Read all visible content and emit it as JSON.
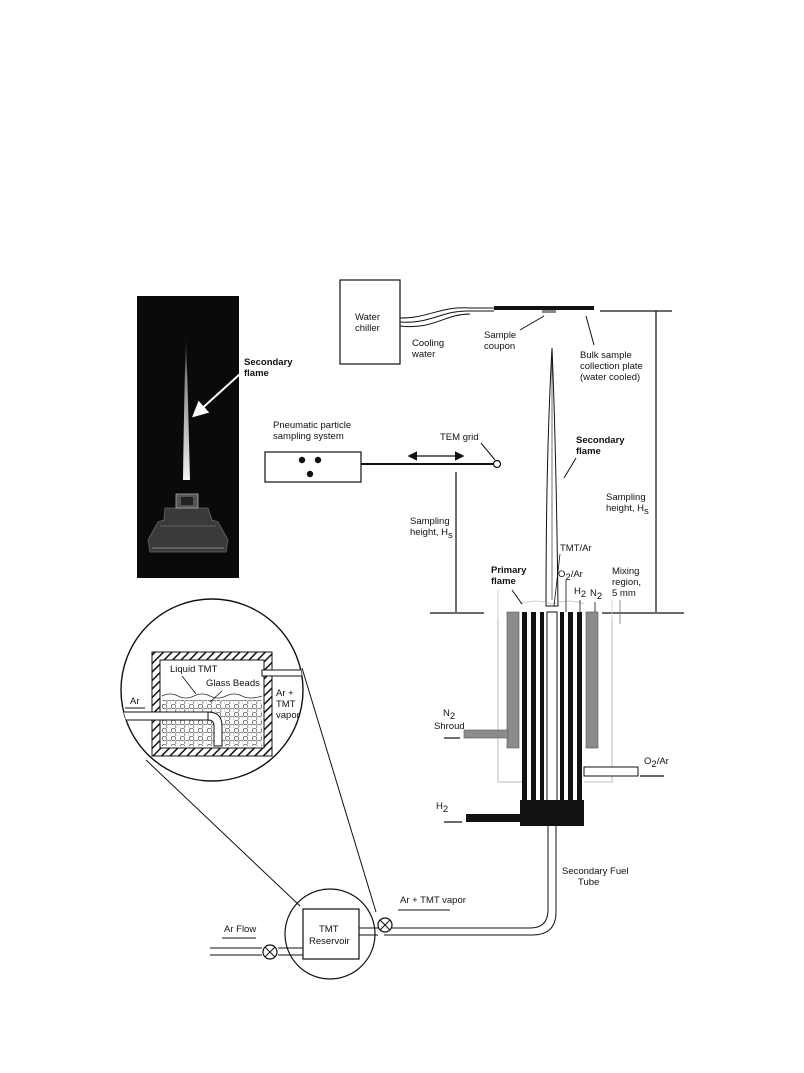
{
  "photo": {
    "label_line1": "Secondary",
    "label_line2": "flame"
  },
  "chiller": {
    "label_line1": "Water",
    "label_line2": "chiller",
    "cooling_line1": "Cooling",
    "cooling_line2": "water"
  },
  "collection": {
    "coupon_line1": "Sample",
    "coupon_line2": "coupon",
    "plate_line1": "Bulk sample",
    "plate_line2": "collection plate",
    "plate_line3": "(water cooled)"
  },
  "sampler": {
    "line1": "Pneumatic particle",
    "line2": "sampling system",
    "tem_grid": "TEM grid",
    "height_line1": "Sampling",
    "height_line2": "height, H",
    "height_sub": "s"
  },
  "flame": {
    "secondary_line1": "Secondary",
    "secondary_line2": "flame",
    "height_line1": "Sampling",
    "height_line2": "height, H",
    "height_sub": "s",
    "primary_line1": "Primary",
    "primary_line2": "flame",
    "tmt_ar": "TMT/Ar",
    "o2ar_pre": "O",
    "o2ar_sub": "2",
    "o2ar_post": "/Ar",
    "h2_pre": "H",
    "h2_sub": "2",
    "n2_pre": "N",
    "n2_sub": "2",
    "mixing_line1": "Mixing",
    "mixing_line2": "region,",
    "mixing_line3": "5 mm"
  },
  "burner": {
    "n2_pre": "N",
    "n2_sub": "2",
    "shroud": "Shroud",
    "o2ar_pre": "O",
    "o2ar_sub": "2",
    "o2ar_post": "/Ar",
    "h2_pre": "H",
    "h2_sub": "2",
    "fuel_line1": "Secondary Fuel",
    "fuel_line2": "Tube"
  },
  "reservoir": {
    "liquid": "Liquid TMT",
    "beads": "Glass Beads",
    "ar_in": "Ar",
    "ar_out_line1": "Ar +",
    "ar_out_line2": "TMT",
    "ar_out_line3": "vapor",
    "box_line1": "TMT",
    "box_line2": "Reservoir",
    "ar_flow": "Ar Flow",
    "vapor": "Ar + TMT vapor"
  }
}
